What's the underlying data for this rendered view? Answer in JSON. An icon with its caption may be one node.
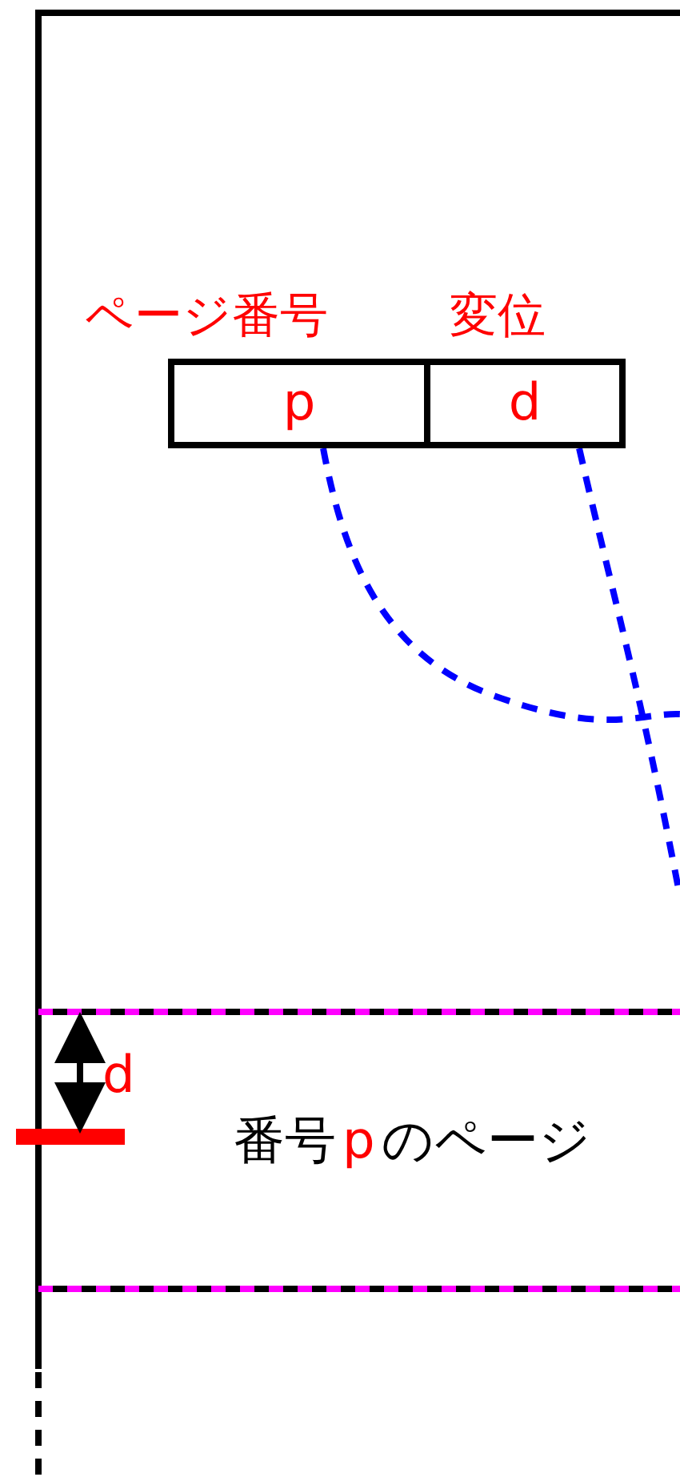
{
  "diagram": {
    "nodes": [
      {
        "text": [
          "ページ番号",
          "p"
        ]
      },
      {
        "text": [
          "変位",
          "d"
        ]
      },
      {
        "text": [
          "番号",
          "p",
          "のページ"
        ]
      }
    ],
    "edges": [
      {
        "from": 0,
        "to": null,
        "arrow": "none",
        "style": "dashed",
        "color": "#0000ff"
      },
      {
        "from": 1,
        "to": null,
        "arrow": "none",
        "style": "dashed",
        "color": "#0000ff"
      }
    ],
    "labels": [
      "d"
    ]
  }
}
